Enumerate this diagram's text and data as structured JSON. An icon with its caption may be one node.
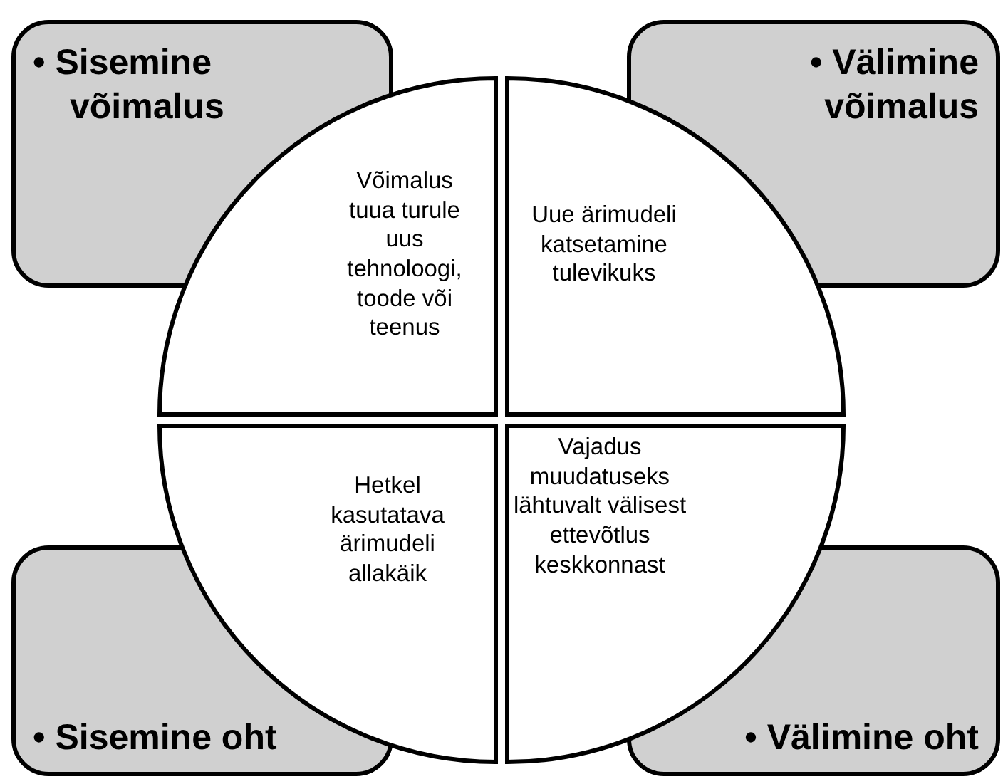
{
  "diagram": {
    "nodes": [
      {
        "text": [
          "• Sisemine võimalus"
        ]
      },
      {
        "text": [
          "• Välimine võimalus"
        ]
      },
      {
        "text": [
          "Võimalus tuua turule uus tehnoloogi, toode või teenus"
        ]
      },
      {
        "text": [
          "Uue ärimudeli katsetamine tulevikuks"
        ]
      },
      {
        "text": [
          "Hetkel kasutatava ärimudeli allakäik"
        ]
      },
      {
        "text": [
          "Vajadus muudatuseks lähtuvalt välisest ettevõtlus keskkonnast"
        ]
      },
      {
        "text": [
          "• Sisemine oht"
        ]
      },
      {
        "text": [
          "• Välimine oht"
        ]
      }
    ]
  }
}
